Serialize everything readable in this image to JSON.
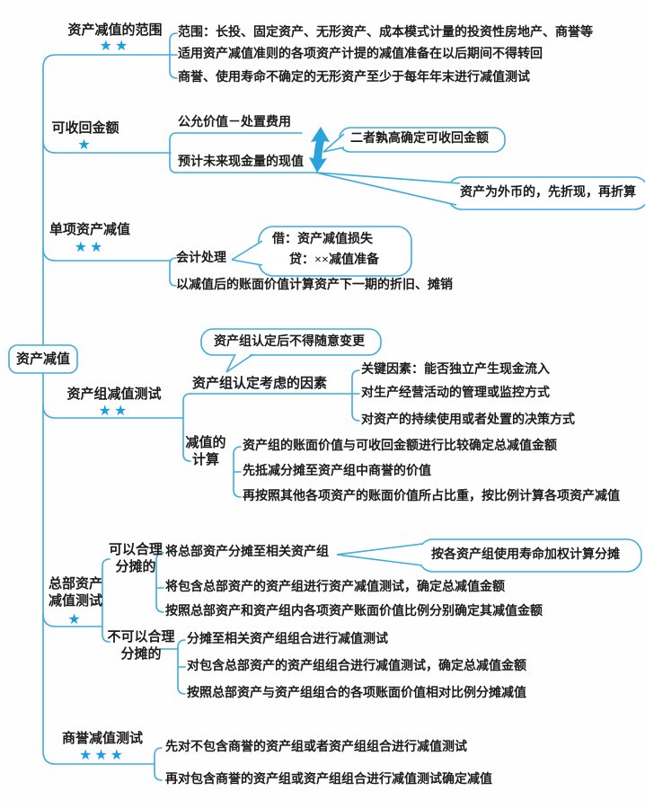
{
  "root_label": "资产减值",
  "b1": {
    "label": "资产减值的范围",
    "stars": "★★",
    "c1": "范围：长投、固定资产、无形资产、成本模式计量的投资性房地产、商誉等",
    "c2": "适用资产减值准则的各项资产计提的减值准备在以后期间不得转回",
    "c3": "商誉、使用寿命不确定的无形资产至少于每年年末进行减值测试"
  },
  "b2": {
    "label": "可收回金额",
    "stars": "★",
    "c1": "公允价值－处置费用",
    "c2": "预计未来现金量的现值",
    "callout1": "二者孰高确定可收回金额",
    "callout2": "资产为外币的，先折现，再折算"
  },
  "b3": {
    "label": "单项资产减值",
    "stars": "★★",
    "c1": "会计处理",
    "entry_debit": "借：资产减值损失",
    "entry_credit": "贷：××减值准备",
    "c2": "以减值后的账面价值计算资产下一期的折旧、摊销"
  },
  "b4": {
    "label": "资产组减值测试",
    "stars": "★★",
    "sub1": {
      "label": "资产组认定考虑的因素",
      "callout": "资产组认定后不得随意变更",
      "c1": "关键因素：能否独立产生现金流入",
      "c2": "对生产经营活动的管理或监控方式",
      "c3": "对资产的持续使用或者处置的决策方式"
    },
    "sub2": {
      "label": "减值的计算",
      "c1": "资产组的账面价值与可收回金额进行比较确定总减值金额",
      "c2": "先抵减分摊至资产组中商誉的价值",
      "c3": "再按照其他各项资产的账面价值所占比重，按比例计算各项资产减值"
    }
  },
  "b5": {
    "label": "总部资产减值测试",
    "stars": "★",
    "sub1": {
      "label": "可以合理分摊的",
      "c1": "将总部资产分摊至相关资产组",
      "callout": "按各资产组使用寿命加权计算分摊",
      "c2": "将包含总部资产的资产组进行资产减值测试，确定总减值金额",
      "c3": "按照总部资产和资产组内各项资产账面价值比例分别确定其减值金额"
    },
    "sub2": {
      "label": "不可以合理分摊的",
      "c1": "分摊至相关资产组组合进行减值测试",
      "c2": "对包含总部资产的资产组组合进行减值测试，确定总减值金额",
      "c3": "按照总部资产与资产组组合的各项账面价值相对比例分摊减值"
    }
  },
  "b6": {
    "label": "商誉减值测试",
    "stars": "★★★",
    "c1": "先对不包含商誉的资产组或者资产组组合进行减值测试",
    "c2": "再对包含商誉的资产组或资产组组合进行减值测试确定减值"
  },
  "colors": {
    "line": "#3eabdf",
    "star": "#1b9de2",
    "text": "#1b1b1b"
  }
}
